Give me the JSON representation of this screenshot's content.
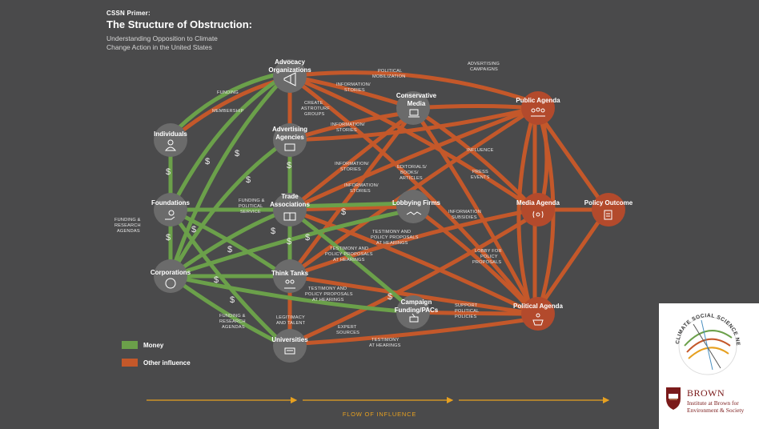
{
  "header": {
    "kicker": "CSSN Primer:",
    "title": "The Structure of Obstruction:",
    "subtitle": "Understanding Opposition to Climate Change Action in the United States"
  },
  "colors": {
    "background": "#4a4a4b",
    "money": "#6ba04a",
    "influence": "#c4582a",
    "node_grey": "#6b6b6b",
    "node_red": "#b34a2c",
    "flow": "#e6a020"
  },
  "nodes": {
    "advocacy": {
      "label1": "Advocacy",
      "label2": "Organizations",
      "icon": "megaphone-icon"
    },
    "individuals": {
      "label1": "Individuals",
      "icon": "person-icon"
    },
    "advertising": {
      "label1": "Advertising",
      "label2": "Agencies",
      "icon": "screen-icon"
    },
    "conservative_media": {
      "label1": "Conservative",
      "label2": "Media",
      "icon": "laptop-icon"
    },
    "foundations": {
      "label1": "Foundations",
      "icon": "hand-money-icon"
    },
    "trade": {
      "label1": "Trade",
      "label2": "Associations",
      "icon": "book-icon"
    },
    "lobbying": {
      "label1": "Lobbying Firms",
      "icon": "handshake-icon"
    },
    "corporations": {
      "label1": "Corporations",
      "icon": "gear-dollar-icon"
    },
    "think_tanks": {
      "label1": "Think Tanks",
      "icon": "people-icon"
    },
    "campaign": {
      "label1": "Campaign",
      "label2": "Funding/PACs",
      "icon": "ballot-icon"
    },
    "universities": {
      "label1": "Universities",
      "icon": "building-icon"
    },
    "public_agenda": {
      "label1": "Public Agenda",
      "icon": "crowd-icon"
    },
    "media_agenda": {
      "label1": "Media Agenda",
      "icon": "broadcast-icon"
    },
    "policy_outcome": {
      "label1": "Policy Outcome",
      "icon": "document-icon"
    },
    "political_agenda": {
      "label1": "Political Agenda",
      "icon": "podium-icon"
    }
  },
  "edge_labels": {
    "funding": "FUNDING",
    "membership": "MEMBERSHIP",
    "create_astroturf_1": "CREATE",
    "create_astroturf_2": "ASTROTURF",
    "create_astroturf_3": "GROUPS",
    "info_stories_a1": "INFORMATION/",
    "info_stories_a2": "STORIES",
    "political_mobilization_1": "POLITICAL",
    "political_mobilization_2": "MOBILIZATION",
    "advertising_campaigns_1": "ADVERTISING",
    "advertising_campaigns_2": "CAMPAIGNS",
    "info_stories_b1": "INFORMATION/",
    "info_stories_b2": "STORIES",
    "influence": "INFLUENCE",
    "info_stories_c1": "INFORMATION/",
    "info_stories_c2": "STORIES",
    "editorials_1": "EDITORIALS/",
    "editorials_2": "BOOKS/",
    "editorials_3": "ARTICLES",
    "press_events_1": "PRESS",
    "press_events_2": "EVENTS",
    "info_stories_d1": "INFORMATION/",
    "info_stories_d2": "STORIES",
    "funding_political_1": "FUNDING &",
    "funding_political_2": "POLITICAL",
    "funding_political_3": "SERVICE",
    "info_subsidies_1": "INFORMATION",
    "info_subsidies_2": "SUBSIDIES",
    "funding_research_1": "FUNDING &",
    "funding_research_2": "RESEARCH",
    "funding_research_3": "AGENDAS",
    "testimony_a1": "TESTIMONY AND",
    "testimony_a2": "POLICY PROPOSALS",
    "testimony_a3": "AT HEARINGS",
    "testimony_b1": "TESTIMONY AND",
    "testimony_b2": "POLICY PROPOSALS",
    "testimony_b3": "AT HEARINGS",
    "lobby_policy_1": "LOBBY FOR",
    "lobby_policy_2": "POLICY",
    "lobby_policy_3": "PROPOSALS",
    "testimony_c1": "TESTIMONY AND",
    "testimony_c2": "POLICY PROPOSALS",
    "testimony_c3": "AT HEARINGS",
    "support_political_1": "SUPPORT",
    "support_political_2": "POLITICAL",
    "support_political_3": "POLICIES",
    "funding_research_b1": "FUNDING &",
    "funding_research_b2": "RESEARCH",
    "funding_research_b3": "AGENDAS",
    "legitimacy_1": "LEGITIMACY",
    "legitimacy_2": "AND TALENT",
    "expert_sources_1": "EXPERT",
    "expert_sources_2": "SOURCES",
    "testimony_hearings_1": "TESTIMONY",
    "testimony_hearings_2": "AT HEARINGS",
    "dollar": "$"
  },
  "legend": {
    "money": "Money",
    "other": "Other influence"
  },
  "flow_label": "FLOW OF INFLUENCE",
  "logos": {
    "cssn_text": "CLIMATE SOCIAL SCIENCE NETWORK",
    "brown_name": "BROWN",
    "brown_sub1": "Institute at Brown for",
    "brown_sub2": "Environment & Society"
  }
}
